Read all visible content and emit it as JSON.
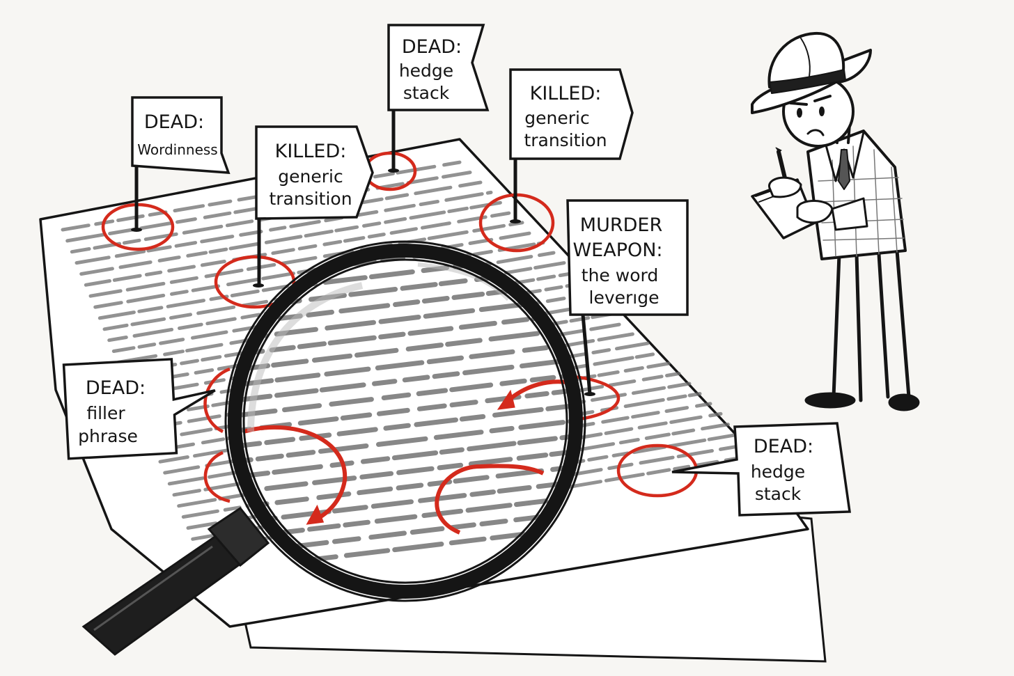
{
  "accent_colors": {
    "ink": "#151515",
    "mark_red": "#d42a1c",
    "paper": "#ffffff",
    "background": "#f7f6f3"
  },
  "flags": [
    {
      "id": "wordinness",
      "lines": [
        "DEAD:",
        "Wordinness"
      ]
    },
    {
      "id": "generic-transition-1",
      "lines": [
        "KILLED:",
        "generic",
        "transition"
      ]
    },
    {
      "id": "hedge-stack-1",
      "lines": [
        "DEAD:",
        "hedge",
        "stack"
      ]
    },
    {
      "id": "generic-transition-2",
      "lines": [
        "KILLED:",
        "generic",
        "transition"
      ]
    },
    {
      "id": "murder-weapon",
      "lines": [
        "MURDER",
        "WEAPON:",
        "the word",
        "leverıge"
      ]
    },
    {
      "id": "filler-phrase",
      "lines": [
        "DEAD:",
        "filler",
        "phrase"
      ]
    },
    {
      "id": "hedge-stack-2",
      "lines": [
        "DEAD:",
        "hedge",
        "stack"
      ]
    }
  ],
  "illustration": {
    "elements": [
      "manuscript-paper",
      "magnifying-glass",
      "detective",
      "notepad",
      "pencil",
      "fedora-hat"
    ]
  }
}
